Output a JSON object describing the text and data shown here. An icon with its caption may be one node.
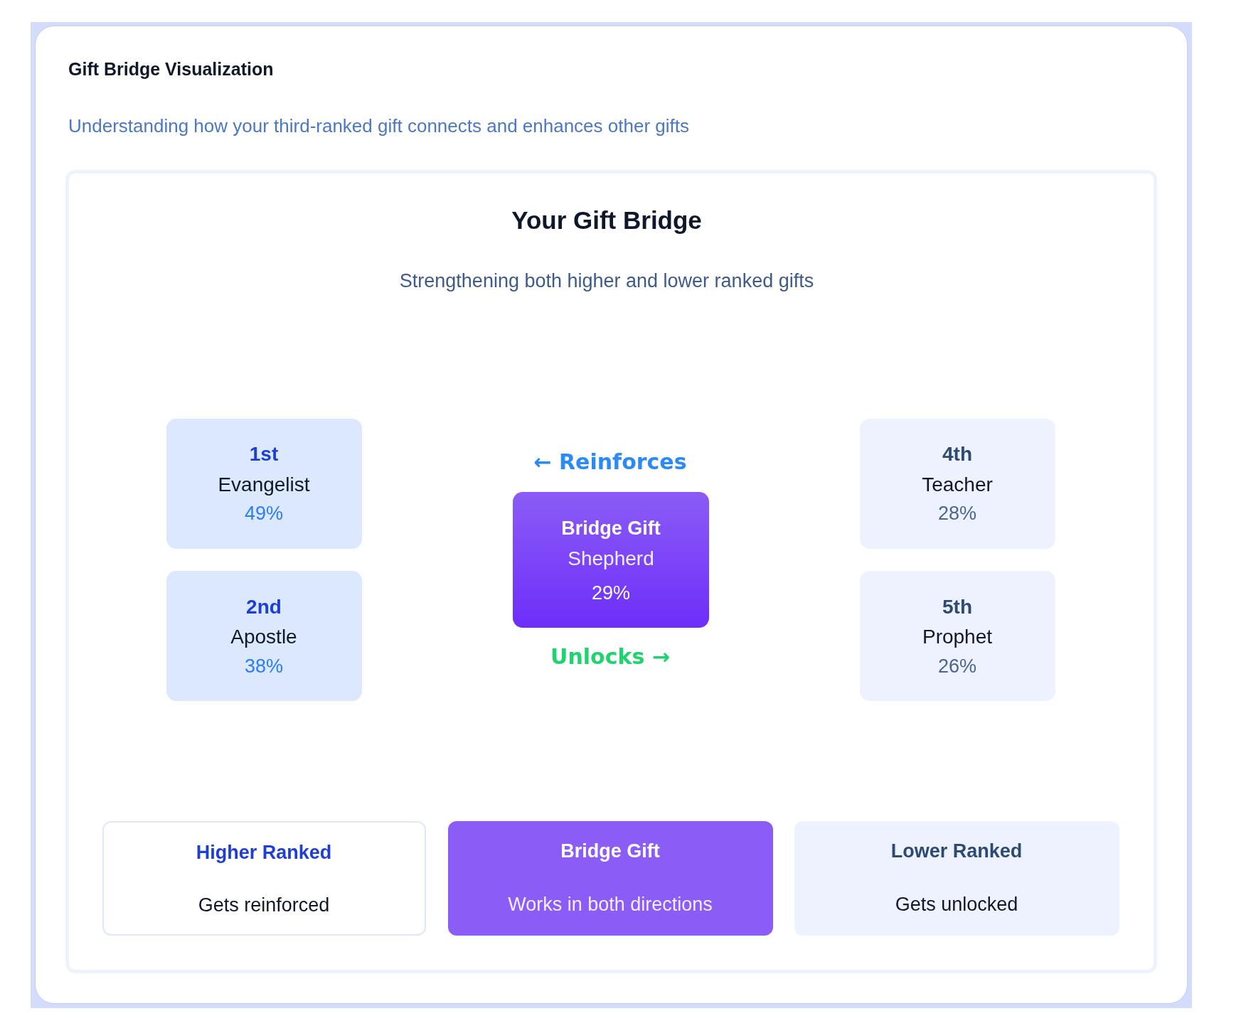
{
  "diagram": {
    "title": "Gift Bridge Visualization",
    "nodes": [
      {
        "text": [
          "Your Gift Bridge",
          "Strengthening both higher and lower ranked gifts"
        ]
      },
      {
        "text": [
          "1st",
          "Evangelist",
          "49%"
        ],
        "in": 0
      },
      {
        "text": [
          "2nd",
          "Apostle",
          "38%"
        ],
        "in": 0
      },
      {
        "text": [
          "Bridge Gift",
          "Shepherd",
          "29%"
        ],
        "in": 0
      },
      {
        "text": [
          "4th",
          "Teacher",
          "28%"
        ],
        "in": 0
      },
      {
        "text": [
          "5th",
          "Prophet",
          "26%"
        ],
        "in": 0
      },
      {
        "text": [
          "Higher Ranked",
          "Gets reinforced"
        ],
        "in": 0
      },
      {
        "text": [
          "Bridge Gift",
          "Works in both directions"
        ],
        "in": 0
      },
      {
        "text": [
          "Lower Ranked",
          "Gets unlocked"
        ],
        "in": 0
      }
    ],
    "labels": [
      "Understanding how your third-ranked gift connects and enhances other gifts",
      "← Reinforces",
      "Unlocks →"
    ]
  }
}
